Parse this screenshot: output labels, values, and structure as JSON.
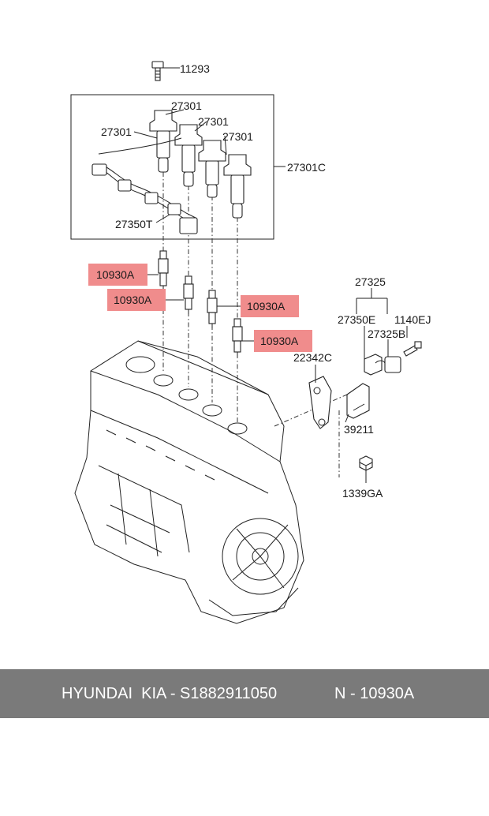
{
  "labels": {
    "bolt": "11293",
    "coil_1": "27301",
    "coil_2": "27301",
    "coil_3": "27301",
    "coil_4": "27301",
    "coil_set": "27301C",
    "harness": "27350T",
    "plug_1": "10930A",
    "plug_2": "10930A",
    "plug_3": "10930A",
    "plug_4": "10930A",
    "sensor_assy": "27325",
    "sensor_harness": "27350E",
    "sensor_bolt": "1140EJ",
    "sensor": "27325B",
    "bracket": "22342C",
    "bracket_2": "39211",
    "nut": "1339GA"
  },
  "footer": {
    "brand": "HYUNDAI  KIA - S1882911050",
    "part": "N - 10930A"
  },
  "colors": {
    "highlight": "#f08c8c",
    "footer_bg": "#7a7a7a",
    "footer_text": "#ffffff"
  }
}
